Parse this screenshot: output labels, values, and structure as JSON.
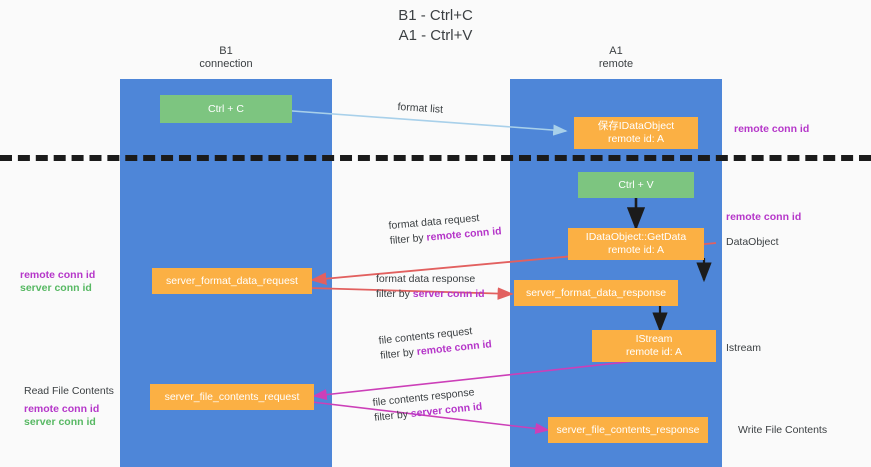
{
  "title": "B1 - Ctrl+C\nA1 - Ctrl+V",
  "lanes": [
    {
      "name": "b1",
      "label": "B1\nconnection"
    },
    {
      "name": "a1",
      "label": "A1\nremote"
    }
  ],
  "nodes": [
    {
      "id": "ctrl-c",
      "label": "Ctrl + C",
      "color": "green"
    },
    {
      "id": "save-idataobject",
      "label": "保存IDataObject\nremote id: A",
      "color": "orange"
    },
    {
      "id": "ctrl-v",
      "label": "Ctrl + V",
      "color": "green"
    },
    {
      "id": "idataobject-getdata",
      "label": "IDataObject::GetData\nremote id: A",
      "color": "orange"
    },
    {
      "id": "server-format-data-request",
      "label": "server_format_data_request",
      "color": "orange"
    },
    {
      "id": "server-format-data-response",
      "label": "server_format_data_response",
      "color": "orange"
    },
    {
      "id": "istream",
      "label": "IStream\nremote id: A",
      "color": "orange"
    },
    {
      "id": "server-file-contents-request",
      "label": "server_file_contents_request",
      "color": "orange"
    },
    {
      "id": "server-file-contents-response",
      "label": "server_file_contents_response",
      "color": "orange"
    }
  ],
  "edge_labels": {
    "format_list": "format list",
    "format_data_request": "format data request",
    "format_data_request_filter_prefix": "filter by ",
    "format_data_request_filter_key": "remote conn id",
    "format_data_response": "format data response",
    "format_data_response_filter_prefix": "filter by ",
    "format_data_response_filter_key": "server conn id",
    "file_contents_request": "file contents request",
    "file_contents_request_filter_prefix": "filter by ",
    "file_contents_request_filter_key": "remote conn id",
    "file_contents_response": "file contents response",
    "file_contents_response_filter_prefix": "filter by ",
    "file_contents_response_filter_key": "server conn id"
  },
  "left_labels": {
    "mid_remote": "remote conn id",
    "mid_server": "server conn id",
    "read_file_contents": "Read File Contents",
    "bottom_remote": "remote conn id",
    "bottom_server": "server conn id"
  },
  "right_labels": {
    "top_remote": "remote conn id",
    "mid_remote": "remote conn id",
    "dataobject": "DataObject",
    "istream": "Istream",
    "write_file_contents": "Write File Contents"
  },
  "colors": {
    "lane": "#4e86d8",
    "green_node": "#7dc580",
    "orange_node": "#fbb044",
    "purple_key": "#b536c9",
    "green_key": "#57b863",
    "red_arrow": "#e2605f",
    "magenta_arrow": "#cc3fb8",
    "light_blue_arrow": "#a8d0ea",
    "black_arrow": "#1b1b1b",
    "background": "#fafafa"
  }
}
